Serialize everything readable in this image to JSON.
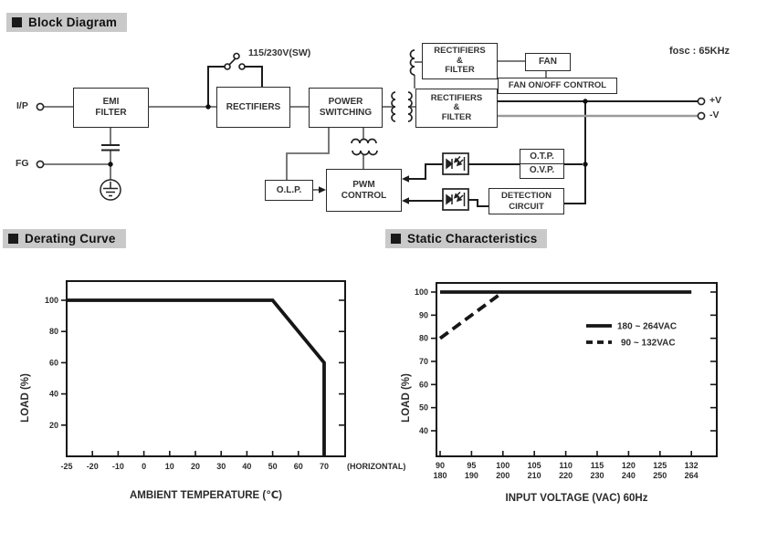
{
  "headers": {
    "block_diagram": "Block Diagram",
    "derating_curve": "Derating Curve",
    "static_characteristics": "Static Characteristics"
  },
  "colors": {
    "header_bg": "#c9c9c9",
    "chart_line": "#161616",
    "wire_gray": "#6a6a6a",
    "wire_dark": "#1c1c1c",
    "v_minus_wire": "#9b9b9b"
  },
  "block_diagram": {
    "fosc_label": "fosc : 65KHz",
    "switch_label": "115/230V(SW)",
    "terminals": {
      "input": "I/P",
      "fg": "FG",
      "v_plus": "+V",
      "v_minus": "-V"
    },
    "boxes": {
      "emi_filter": "EMI\nFILTER",
      "rectifiers": "RECTIFIERS",
      "power_switching": "POWER\nSWITCHING",
      "rectifiers_filter_top": "RECTIFIERS\n&\nFILTER",
      "fan": "FAN",
      "fan_control": "FAN ON/OFF CONTROL",
      "rectifiers_filter_main": "RECTIFIERS\n&\nFILTER",
      "olp": "O.L.P.",
      "pwm_control": "PWM\nCONTROL",
      "otp": "O.T.P.",
      "ovp": "O.V.P.",
      "detection": "DETECTION\nCIRCUIT"
    }
  },
  "chart_data": [
    {
      "id": "derating",
      "type": "line",
      "title": "Derating Curve",
      "xlabel": "AMBIENT TEMPERATURE (℃)",
      "ylabel": "LOAD (%)",
      "x_ticks": [
        -25,
        -20,
        -10,
        0,
        10,
        20,
        30,
        40,
        50,
        60,
        70
      ],
      "x_suffix_label": "(HORIZONTAL)",
      "y_ticks": [
        20,
        40,
        60,
        80,
        100
      ],
      "xlim": [
        -25,
        78
      ],
      "ylim": [
        0,
        112
      ],
      "grid": false,
      "series": [
        {
          "name": "load derating",
          "style": "solid",
          "points": [
            [
              -25,
              100
            ],
            [
              50,
              100
            ],
            [
              70,
              60
            ],
            [
              70,
              0
            ]
          ]
        }
      ]
    },
    {
      "id": "static",
      "type": "line",
      "title": "Static Characteristics",
      "xlabel": "INPUT VOLTAGE (VAC) 60Hz",
      "ylabel": "LOAD (%)",
      "x_ticks": [
        90,
        95,
        100,
        105,
        110,
        115,
        120,
        125,
        132
      ],
      "x_ticks_bottom": [
        180,
        190,
        200,
        210,
        220,
        230,
        240,
        250,
        264
      ],
      "y_ticks": [
        40,
        50,
        60,
        70,
        80,
        90,
        100
      ],
      "xlim": [
        90,
        136
      ],
      "ylim": [
        29,
        108
      ],
      "grid": false,
      "legend_position": "inside-right",
      "series": [
        {
          "name": "180 ~ 264VAC",
          "style": "solid",
          "points": [
            [
              90,
              100
            ],
            [
              132,
              100
            ]
          ]
        },
        {
          "name": "90 ~ 132VAC",
          "style": "dashed",
          "points": [
            [
              90,
              80
            ],
            [
              100,
              100
            ]
          ]
        }
      ],
      "legend": [
        {
          "label": "180 ~ 264VAC",
          "style": "solid"
        },
        {
          "label": "90 ~ 132VAC",
          "style": "dashed"
        }
      ]
    }
  ]
}
